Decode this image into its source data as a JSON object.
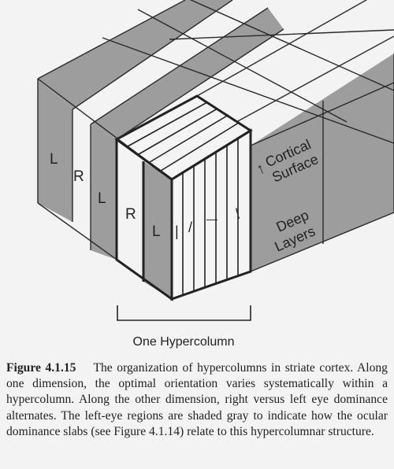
{
  "diagram": {
    "slab_labels": {
      "back_l": "L",
      "back_r": "R",
      "mid_l": "L",
      "front_r": "R",
      "front_l": "L"
    },
    "orientation_marks": [
      "|",
      "/",
      "—",
      "\\"
    ],
    "surface_arrow": "↑",
    "cortical_surface_line1": "Cortical",
    "cortical_surface_line2": "Surface",
    "deep_layers_line1": "Deep",
    "deep_layers_line2": "Layers",
    "bracket_label": "One Hypercolumn",
    "colors": {
      "left_eye_gray": "#9d9d9d",
      "right_eye_light": "#f2f2f2",
      "outline": "#222222"
    }
  },
  "caption": {
    "label": "Figure 4.1.15",
    "text": "The organization of hypercolumns in striate cortex. Along one dimension, the optimal orientation varies systematically within a hypercolumn. Along the other dimension, right versus left eye dominance alternates. The left-eye regions are shaded gray to indicate how the ocular dominance slabs (see Figure 4.1.14) relate to this hypercolumnar structure."
  }
}
